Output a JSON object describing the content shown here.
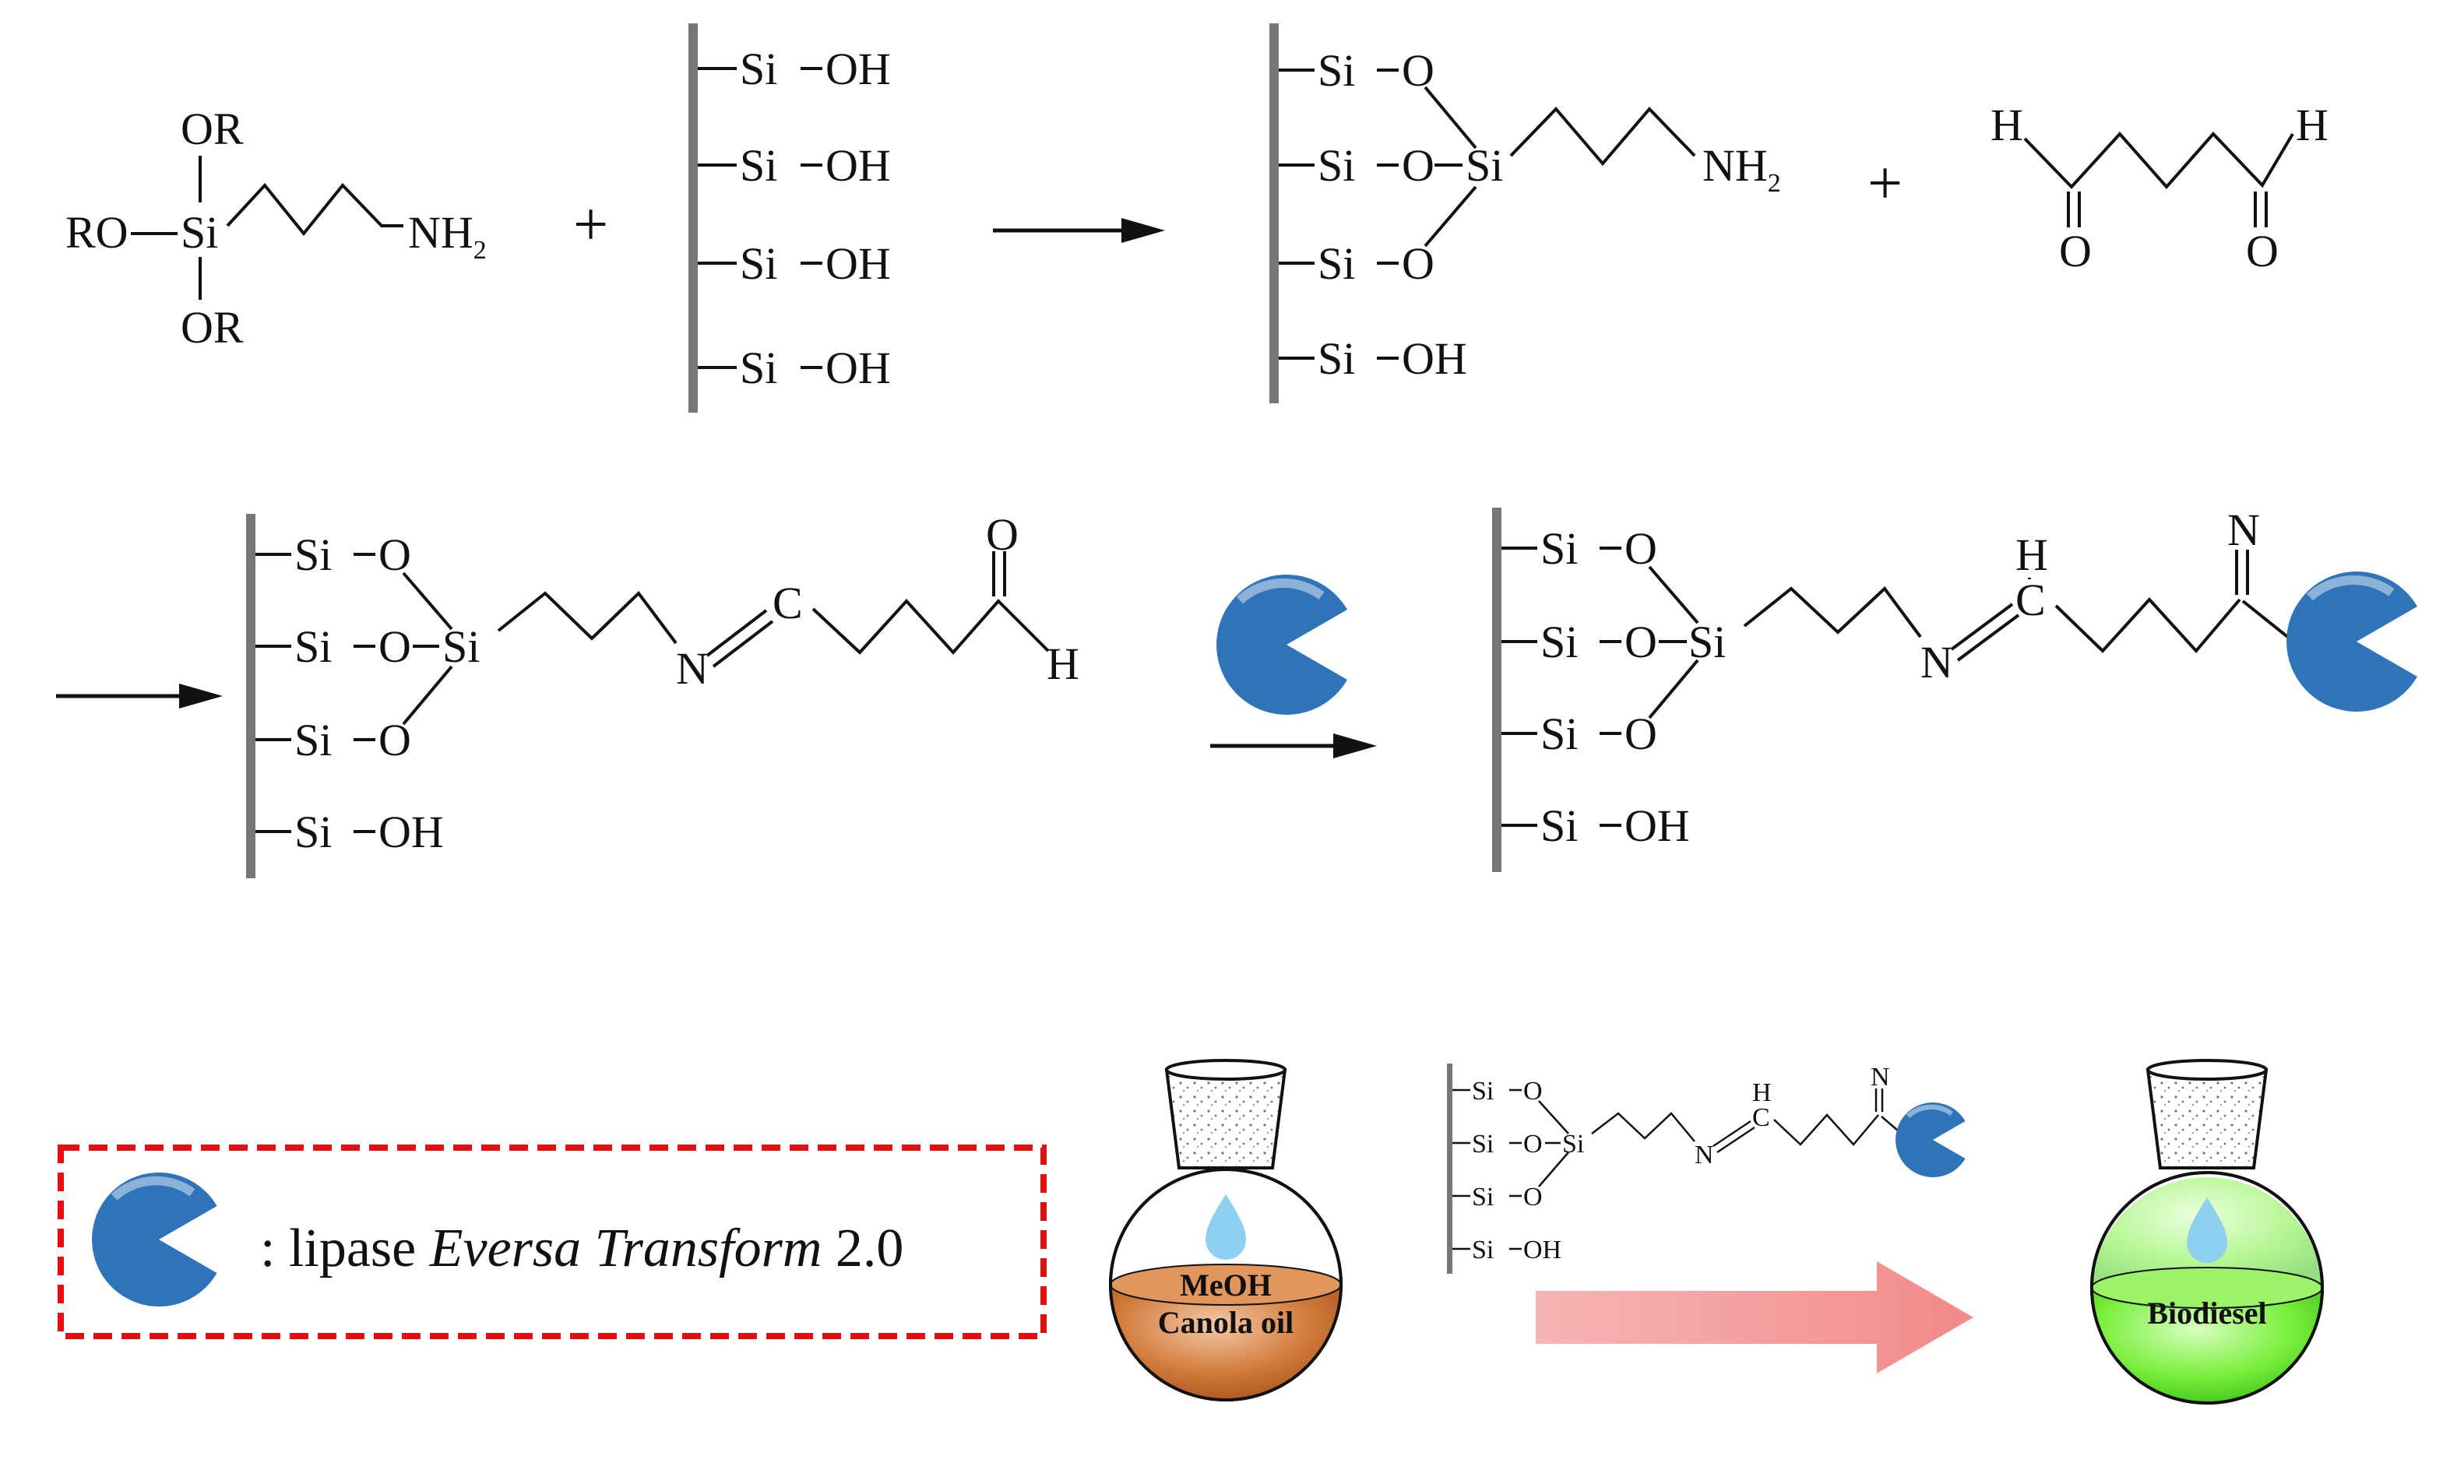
{
  "colors": {
    "enzyme": "#2f74b8",
    "legend_border": "#e01010",
    "arrow_pink": "#f29a9a",
    "oil": "#c8692a",
    "biodiesel": "#6ee838",
    "droplet": "#8fd0f0",
    "surface": "#777777"
  },
  "icons": [
    "lipase-enzyme-icon",
    "round-bottom-flask-icon",
    "water-droplet-icon"
  ],
  "reagent_aptes": {
    "or_top": "OR",
    "ro_left": "RO",
    "si": "Si",
    "or_bottom": "OR",
    "nh2": "NH",
    "nh2_sub": "2"
  },
  "plus": "+",
  "surface_groups": [
    {
      "si": "Si",
      "group": "OH"
    },
    {
      "si": "Si",
      "group": "OH"
    },
    {
      "si": "Si",
      "group": "OH"
    },
    {
      "si": "Si",
      "group": "OH"
    }
  ],
  "product1": {
    "rows": [
      {
        "si": "Si",
        "group": "O"
      },
      {
        "si": "Si",
        "group": "O"
      },
      {
        "si": "Si",
        "group": "O"
      },
      {
        "si": "Si",
        "group": "OH"
      }
    ],
    "central_si": "Si",
    "nh2": "NH",
    "nh2_sub": "2"
  },
  "glutaraldehyde": {
    "h_left": "H",
    "h_right": "H",
    "o_left": "O",
    "o_right": "O"
  },
  "product2": {
    "rows": [
      {
        "si": "Si",
        "group": "O"
      },
      {
        "si": "Si",
        "group": "O"
      },
      {
        "si": "Si",
        "group": "O"
      },
      {
        "si": "Si",
        "group": "OH"
      }
    ],
    "central_si": "Si",
    "n": "N",
    "c": "C",
    "o": "O",
    "h": "H"
  },
  "product3": {
    "rows": [
      {
        "si": "Si",
        "group": "O"
      },
      {
        "si": "Si",
        "group": "O"
      },
      {
        "si": "Si",
        "group": "O"
      },
      {
        "si": "Si",
        "group": "OH"
      }
    ],
    "central_si": "Si",
    "n": "N",
    "c": "C",
    "h": "H",
    "n_top": "N"
  },
  "legend": {
    "prefix": ": lipase ",
    "enzyme_name": "Eversa Transform",
    "suffix": " 2.0"
  },
  "process": {
    "flask_left_line1": "MeOH",
    "flask_left_line2": "Canola oil",
    "flask_right_label": "Biodiesel",
    "catalyst_rows": [
      {
        "si": "Si",
        "group": "O"
      },
      {
        "si": "Si",
        "group": "O"
      },
      {
        "si": "Si",
        "group": "O"
      },
      {
        "si": "Si",
        "group": "OH"
      }
    ],
    "catalyst_si": "Si",
    "catalyst_n": "N",
    "catalyst_c": "C",
    "catalyst_h": "H",
    "catalyst_n_top": "N"
  }
}
